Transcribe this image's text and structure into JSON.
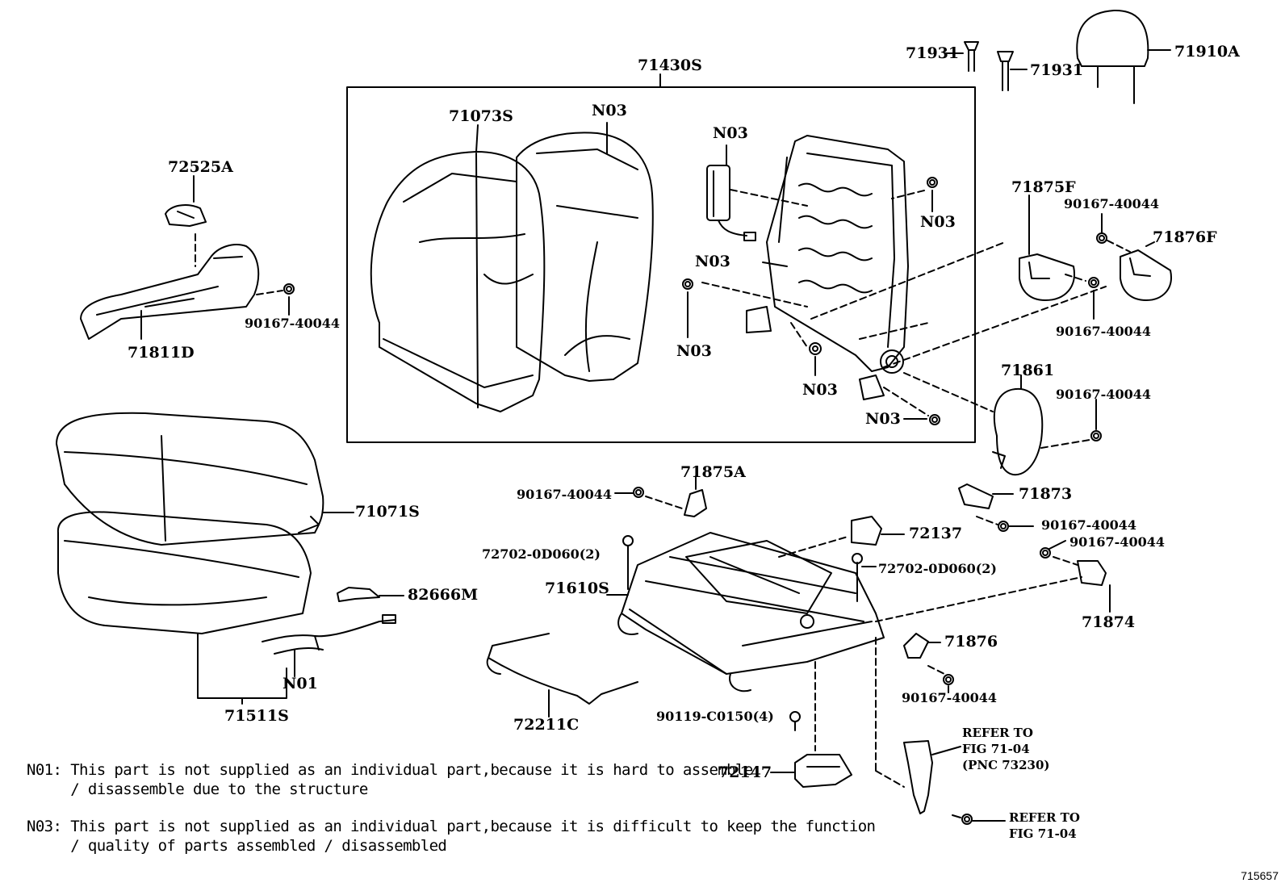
{
  "labels": {
    "p71430S": "71430S",
    "p71073S": "71073S",
    "n03_cover": "N03",
    "n03_airbag": "N03",
    "n03_frame_left": "N03",
    "n03_nut_top": "N03",
    "n03_bolt_left": "N03",
    "n03_nut_mid": "N03",
    "n03_bolt_bottom": "N03",
    "p71931_a": "71931",
    "p71931_b": "71931",
    "p71910A": "71910A",
    "p72525A": "72525A",
    "p71811D": "71811D",
    "p90167_shield": "90167-40044",
    "p71875F": "71875F",
    "p90167_top_right": "90167-40044",
    "p71876F": "71876F",
    "p90167_right_mid": "90167-40044",
    "p71861": "71861",
    "p90167_71861": "90167-40044",
    "p71071S": "71071S",
    "p82666M": "82666M",
    "n01": "N01",
    "p71511S": "71511S",
    "p71875A": "71875A",
    "p90167_71875A": "90167-40044",
    "p72702_left": "72702-0D060(2)",
    "p71610S": "71610S",
    "p72137": "72137",
    "p72702_right": "72702-0D060(2)",
    "p71873": "71873",
    "p90167_71873": "90167-40044",
    "p90167_71874": "90167-40044",
    "p71874": "71874",
    "p71876": "71876",
    "p90167_71876": "90167-40044",
    "p72211C": "72211C",
    "p90119": "90119-C0150(4)",
    "p72147": "72147",
    "refer_a_1": "REFER TO",
    "refer_a_2": "FIG 71-04",
    "refer_a_3": "(PNC 73230)",
    "refer_b_1": "REFER TO",
    "refer_b_2": "FIG 71-04"
  },
  "notes": {
    "n01_line1": "N01: This part is not supplied as an individual part,because it is hard to assemble",
    "n01_line2": "     / disassemble due to the structure",
    "n03_line1": "N03: This part is not supplied as an individual part,because it is difficult to keep the function",
    "n03_line2": "     / quality of parts assembled / disassembled"
  },
  "figure_number": "715657"
}
